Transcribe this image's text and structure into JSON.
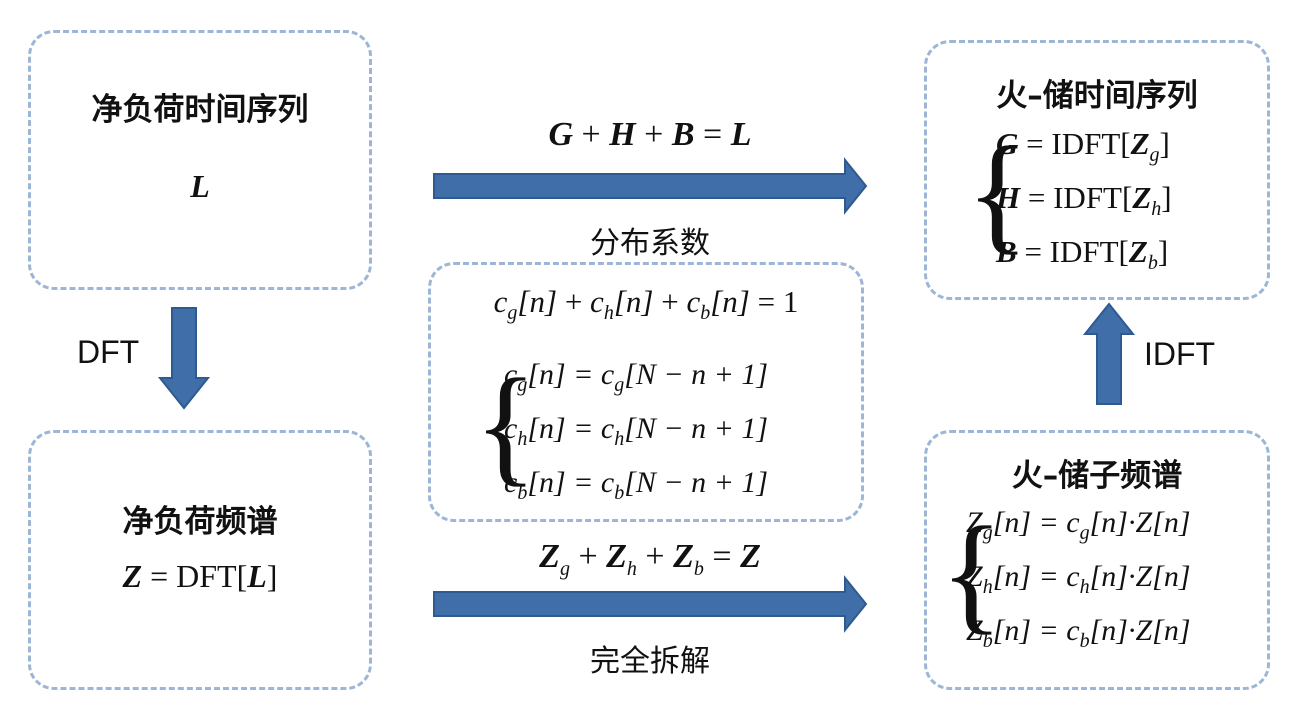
{
  "netload_ts": {
    "title": "净负荷时间序列",
    "symbol": "L"
  },
  "netload_spec": {
    "title": "净负荷频谱",
    "formula": {
      "lhs": "Z",
      "eq": " = ",
      "op": "DFT",
      "lb": "[",
      "arg": "L",
      "rb": "]"
    }
  },
  "dft_label": "DFT",
  "idft_label": "IDFT",
  "top_arrow": {
    "G": "G",
    "plus1": " + ",
    "H": "H",
    "plus2": " + ",
    "B": "B",
    "eq": " = ",
    "L": "L"
  },
  "bottom_arrow": {
    "Z": "Z",
    "g": "g",
    "plus1": " + ",
    "h": "h",
    "plus2": " + ",
    "b": "b",
    "eq": " = ",
    "Z2": "Z",
    "caption": "完全拆解"
  },
  "coef": {
    "caption": "分布系数",
    "sum": {
      "c1": "c",
      "s1": "g",
      "t1": "[n]",
      "p1": " + ",
      "c2": "c",
      "s2": "h",
      "t2": "[n]",
      "p2": " + ",
      "c3": "c",
      "s3": "b",
      "t3": "[n]",
      "eq": " = 1"
    },
    "rows": [
      {
        "c": "c",
        "sub": "g",
        "mid": "[n] = ",
        "c2": "c",
        "sub2": "g",
        "end": "[N − n + 1]"
      },
      {
        "c": "c",
        "sub": "h",
        "mid": "[n] = ",
        "c2": "c",
        "sub2": "h",
        "end": "[N − n + 1]"
      },
      {
        "c": "c",
        "sub": "b",
        "mid": "[n] = ",
        "c2": "c",
        "sub2": "b",
        "end": "[N − n + 1]"
      }
    ]
  },
  "storage_ts": {
    "title": "火–储时间序列",
    "rows": [
      {
        "v": "G",
        "eq": " = IDFT[",
        "Z": "Z",
        "sub": "g",
        "rb": "]"
      },
      {
        "v": "H",
        "eq": " = IDFT[",
        "Z": "Z",
        "sub": "h",
        "rb": "]"
      },
      {
        "v": "B",
        "eq": " = IDFT[",
        "Z": "Z",
        "sub": "b",
        "rb": "]"
      }
    ]
  },
  "storage_spec": {
    "title": "火–储子频谱",
    "rows": [
      {
        "Z": "Z",
        "sub": "g",
        "mid": "[n] = ",
        "c": "c",
        "sub2": "g",
        "end": "[n]·Z[n]"
      },
      {
        "Z": "Z",
        "sub": "h",
        "mid": "[n] = ",
        "c": "c",
        "sub2": "h",
        "end": "[n]·Z[n]"
      },
      {
        "Z": "Z",
        "sub": "b",
        "mid": "[n] = ",
        "c": "c",
        "sub2": "b",
        "end": "[n]·Z[n]"
      }
    ]
  },
  "colors": {
    "box_border": "#9db6d6",
    "arrow_fill": "#3f6ea8",
    "arrow_stroke": "#2f5a8f"
  }
}
